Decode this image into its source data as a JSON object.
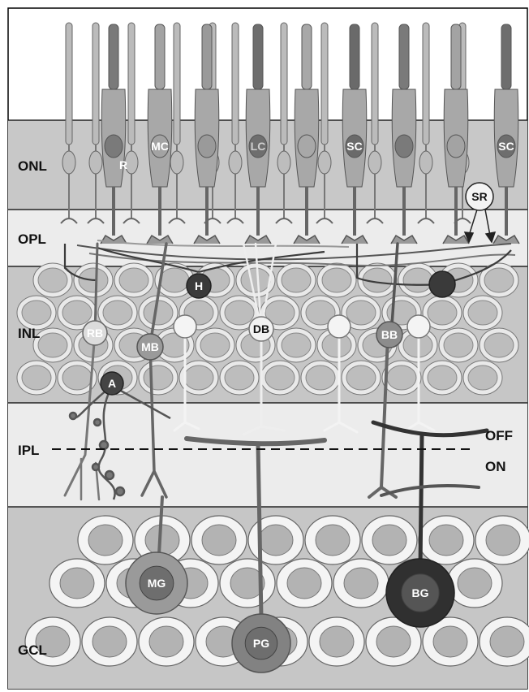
{
  "layers": [
    {
      "id": "onl",
      "label": "ONL",
      "fill": "#c8c8c8"
    },
    {
      "id": "opl",
      "label": "OPL",
      "fill": "#ececec"
    },
    {
      "id": "inl",
      "label": "INL",
      "fill": "#c6c6c6"
    },
    {
      "id": "ipl",
      "label": "IPL",
      "fill": "#ececec"
    },
    {
      "id": "gcl",
      "label": "GCL",
      "fill": "#c6c6c6"
    }
  ],
  "ipl_markers": {
    "off": "OFF",
    "on": "ON"
  },
  "cells": {
    "rod": {
      "label": "R",
      "name": "rod photoreceptor"
    },
    "medium_cone": {
      "label": "MC",
      "name": "medium-wavelength cone"
    },
    "long_cone": {
      "label": "LC",
      "name": "long-wavelength cone"
    },
    "short_cone": {
      "label": "SC",
      "name": "short-wavelength cone"
    },
    "short_cone_2": {
      "label": "SC",
      "name": "short-wavelength cone"
    },
    "spectral_receptor": {
      "label": "SR",
      "name": "receptor marker"
    },
    "horizontal": {
      "label": "H",
      "name": "horizontal cell"
    },
    "rod_bipolar": {
      "label": "RB",
      "name": "rod bipolar cell"
    },
    "midget_bipolar": {
      "label": "MB",
      "name": "midget bipolar cell"
    },
    "diffuse_bipolar": {
      "label": "DB",
      "name": "diffuse bipolar cell"
    },
    "blue_bipolar": {
      "label": "BB",
      "name": "blue cone bipolar cell"
    },
    "amacrine": {
      "label": "A",
      "name": "amacrine cell"
    },
    "midget_ganglion": {
      "label": "MG",
      "name": "midget ganglion cell"
    },
    "parasol_ganglion": {
      "label": "PG",
      "name": "parasol ganglion cell"
    },
    "bistratified_ganglion": {
      "label": "BG",
      "name": "bistratified ganglion cell"
    }
  },
  "colors": {
    "background": "#ffffff",
    "layer_dark": "#c6c6c6",
    "layer_light": "#ececec",
    "cell_outline": "#555555",
    "photoreceptor_fill": "#a8a8a8",
    "photoreceptor_dark": "#7a7a7a",
    "inl_cell_fill": "#bdbdbd",
    "gcl_cell_fill": "#f4f4f4",
    "gcl_nucleus": "#b3b3b3",
    "dark_cell": "#444444",
    "medium_cell": "#8c8c8c"
  }
}
